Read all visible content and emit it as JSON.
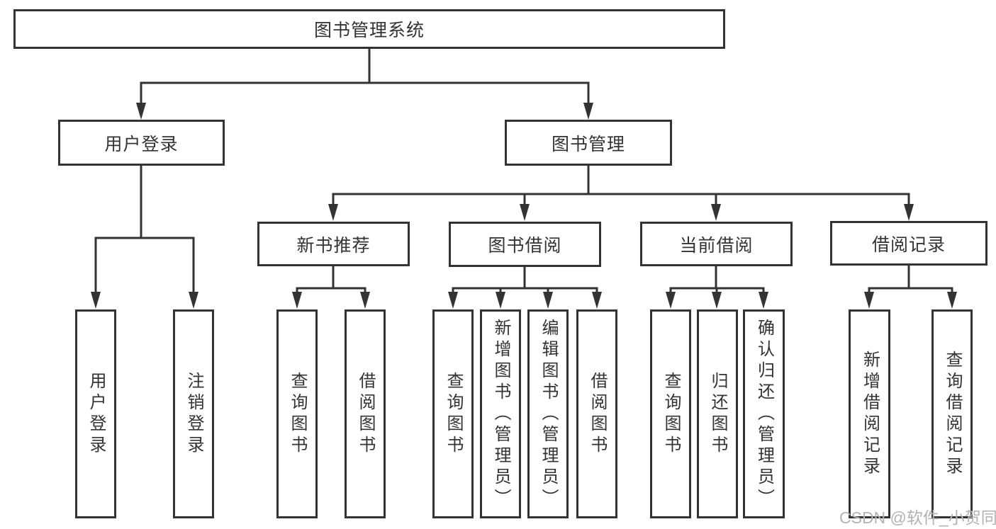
{
  "tree": {
    "root": "图书管理系统",
    "login": {
      "label": "用户登录",
      "children": [
        "用户登录",
        "注销登录"
      ]
    },
    "management": {
      "label": "图书管理",
      "modules": [
        {
          "label": "新书推荐",
          "children": [
            "查询图书",
            "借阅图书"
          ]
        },
        {
          "label": "图书借阅",
          "children": [
            "查询图书",
            "新增图书（管理员）",
            "编辑图书（管理员）",
            "借阅图书"
          ]
        },
        {
          "label": "当前借阅",
          "children": [
            "查询图书",
            "归还图书",
            "确认归还（管理员）"
          ]
        },
        {
          "label": "借阅记录",
          "children": [
            "新增借阅记录",
            "查询借阅记录"
          ]
        }
      ]
    }
  },
  "watermark": {
    "text": "CSDN @软件_小贺同学"
  },
  "colors": {
    "line": "#333333",
    "box_border": "#333333",
    "text": "#333333",
    "background": "#ffffff",
    "watermark": "#b3b3b3"
  }
}
